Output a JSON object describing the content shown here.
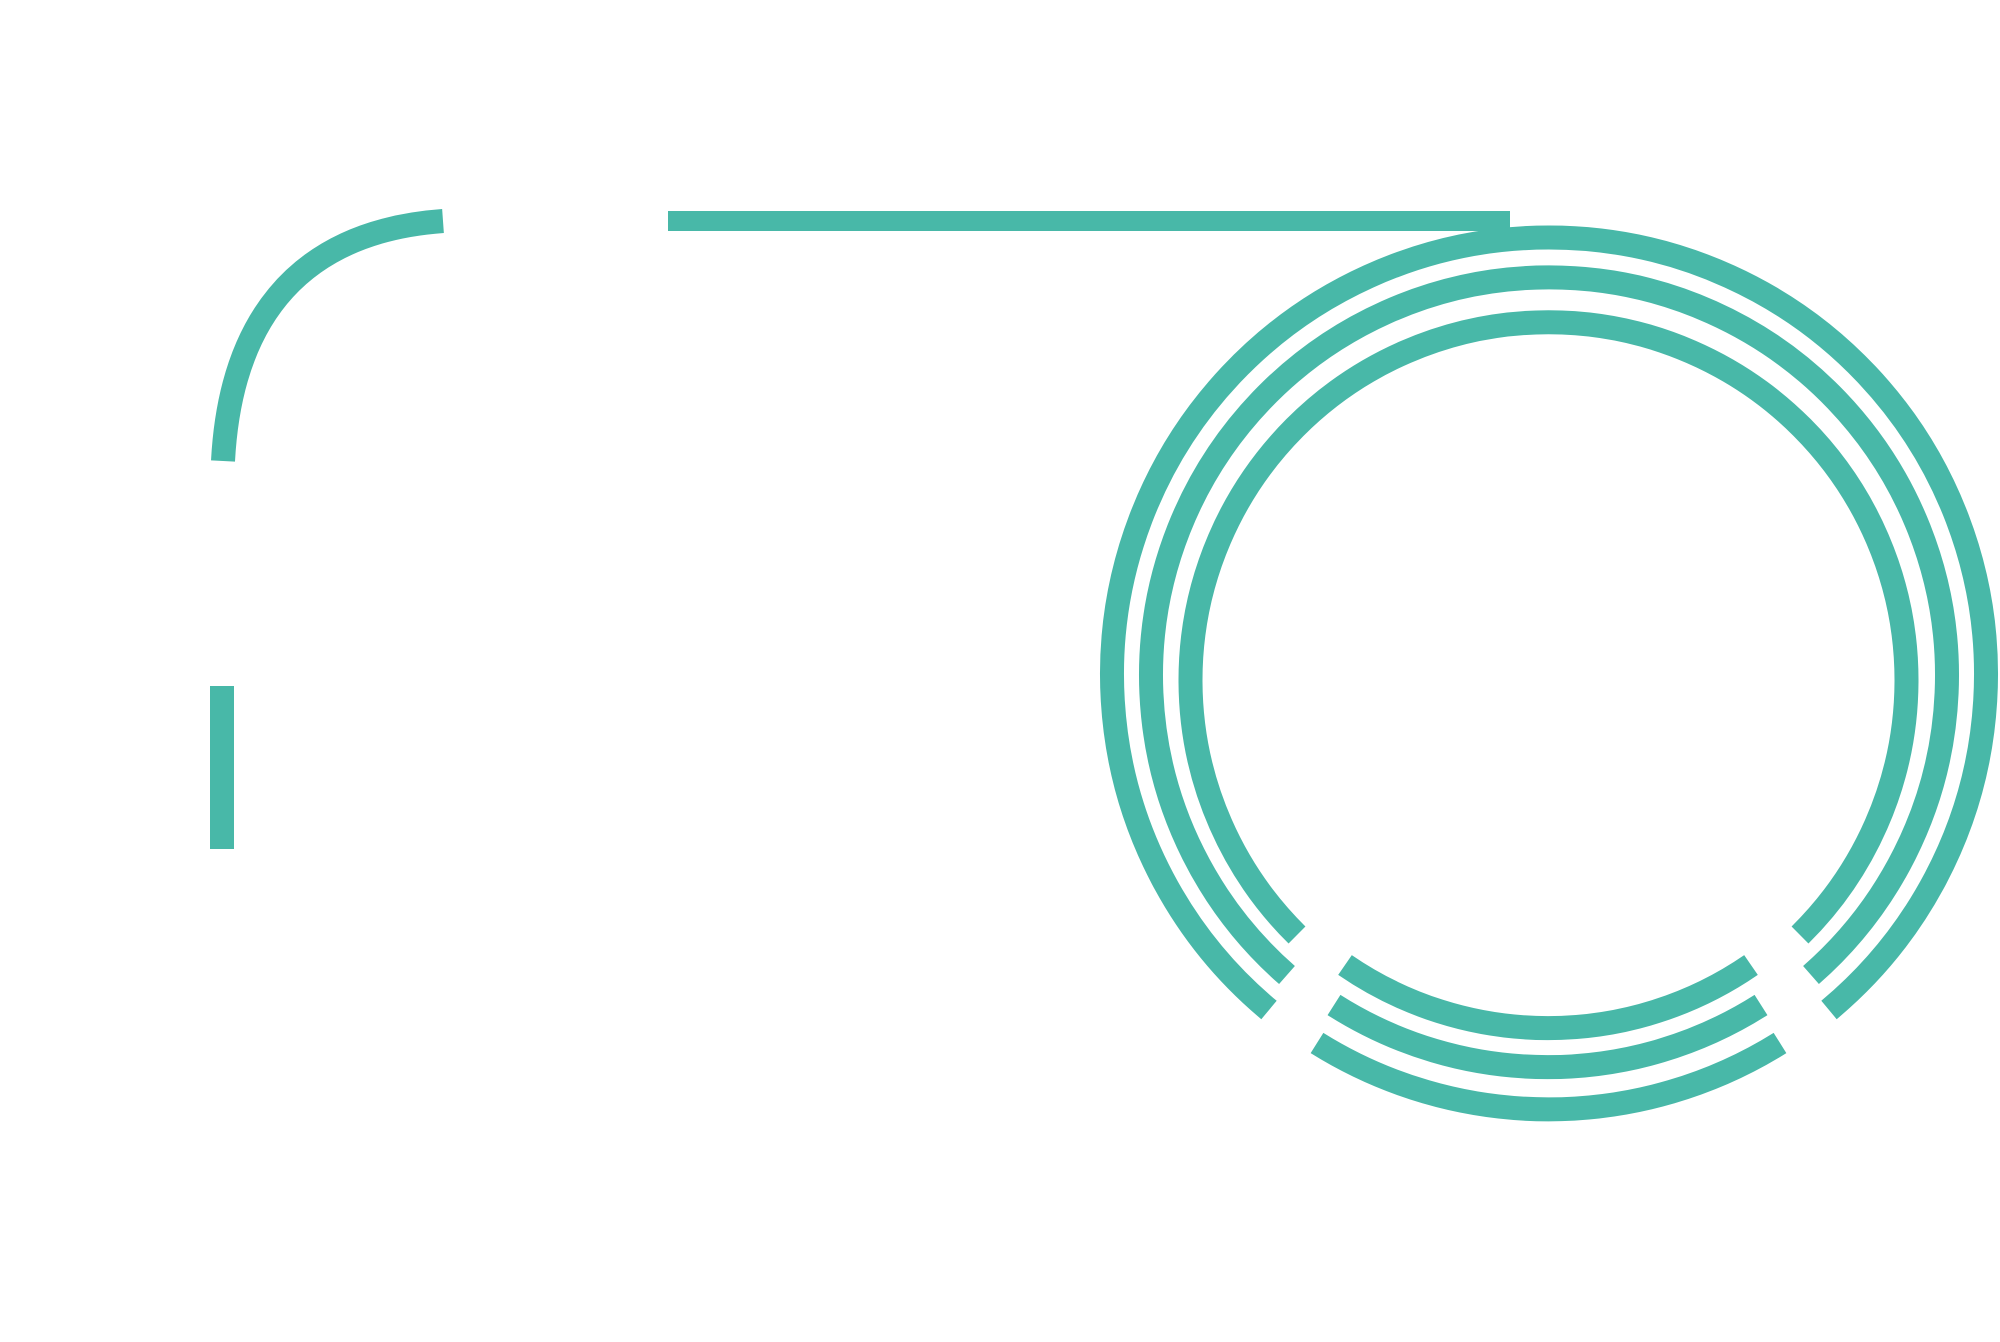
{
  "logo": {
    "name": "logo-mark-line-art",
    "colors": {
      "stroke": "#48b8a8",
      "background": "#ffffff"
    },
    "elements": {
      "letter_f": "letter-f-outline",
      "top_bar": "horizontal-top-bar",
      "rings": "concentric-rings"
    }
  }
}
